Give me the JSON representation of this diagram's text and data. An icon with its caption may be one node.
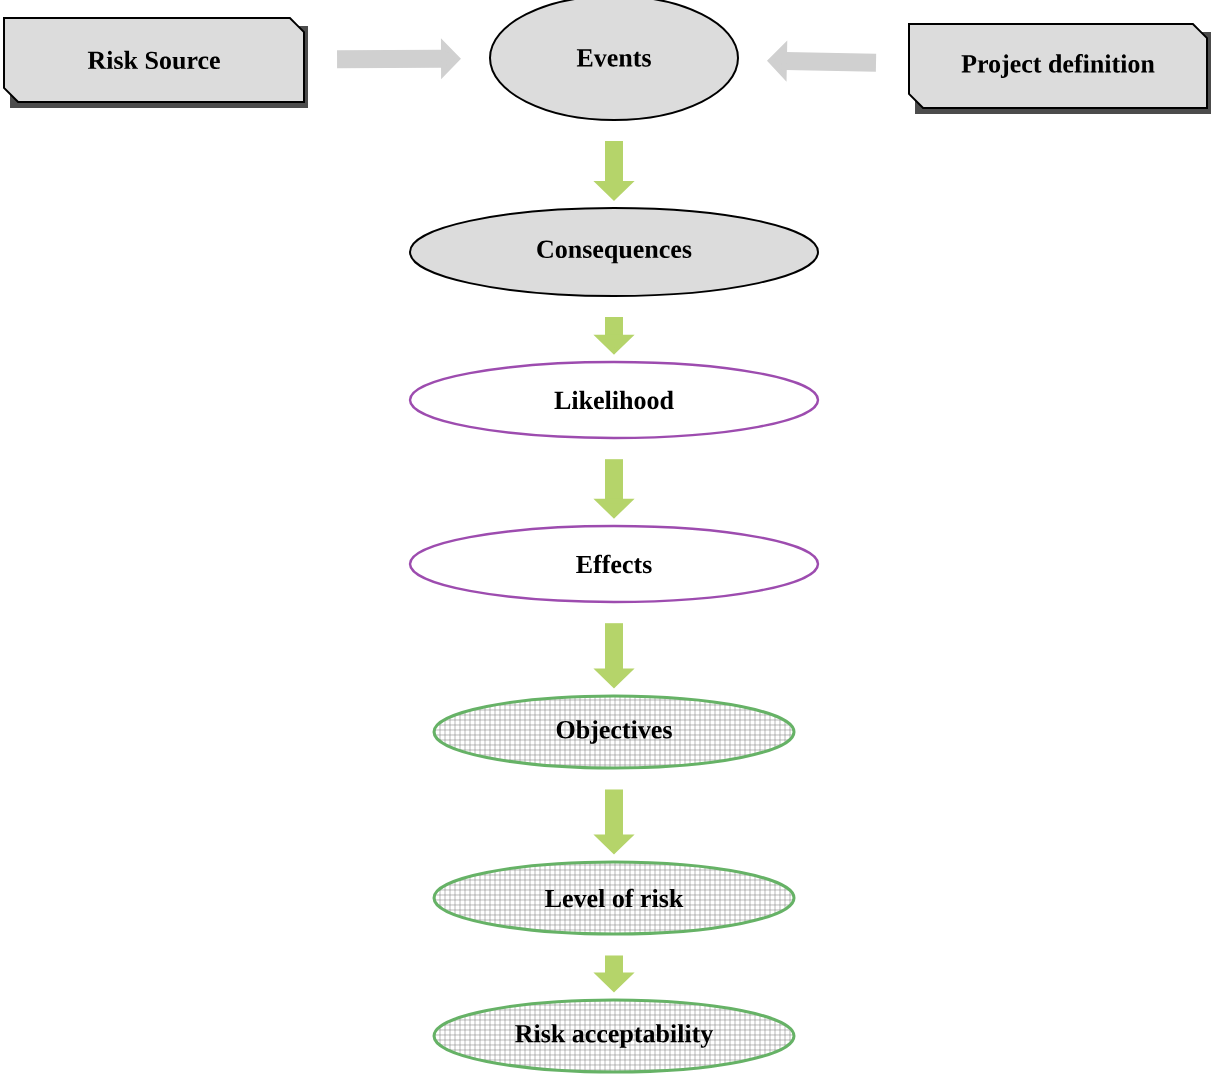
{
  "diagram": {
    "nodes": [
      {
        "text": [
          "Risk Source"
        ]
      },
      {
        "text": [
          "Events"
        ]
      },
      {
        "text": [
          "Project definition"
        ]
      },
      {
        "text": [
          "Consequences"
        ]
      },
      {
        "text": [
          "Likelihood"
        ]
      },
      {
        "text": [
          "Effects"
        ]
      },
      {
        "text": [
          "Objectives"
        ]
      },
      {
        "text": [
          "Level of risk"
        ]
      },
      {
        "text": [
          "Risk acceptability"
        ]
      }
    ],
    "edges": [
      {
        "from": 0,
        "to": 1,
        "arrow": "to",
        "color": "#d0d0d0"
      },
      {
        "from": 2,
        "to": 1,
        "arrow": "to",
        "color": "#d0d0d0"
      },
      {
        "from": 1,
        "to": 3,
        "arrow": "to"
      },
      {
        "from": 3,
        "to": 4,
        "arrow": "to"
      },
      {
        "from": 4,
        "to": 5,
        "arrow": "to"
      },
      {
        "from": 5,
        "to": 6,
        "arrow": "to"
      },
      {
        "from": 6,
        "to": 7,
        "arrow": "to"
      },
      {
        "from": 7,
        "to": 8,
        "arrow": "to"
      }
    ]
  }
}
